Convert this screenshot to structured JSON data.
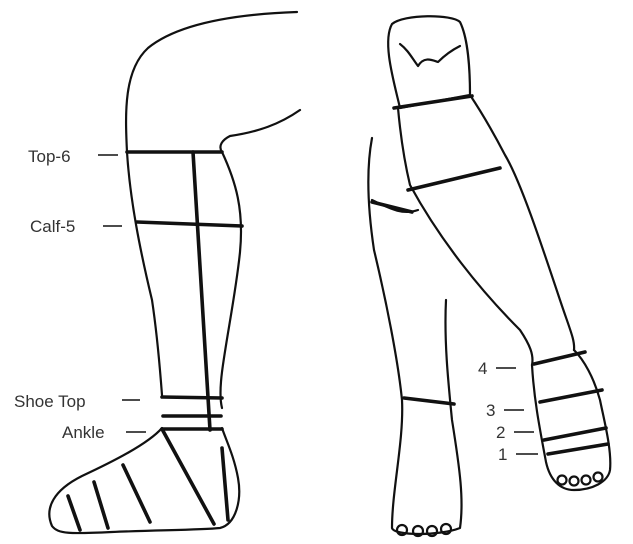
{
  "diagram": {
    "left_leg_labels": {
      "top_6": "Top-6",
      "calf_5": "Calf-5",
      "shoe_top": "Shoe Top",
      "ankle": "Ankle"
    },
    "right_leg_labels": {
      "n4": "4",
      "n3": "3",
      "n2": "2",
      "n1": "1"
    },
    "colors": {
      "ink": "#111111",
      "label": "#333333",
      "background": "#ffffff"
    }
  }
}
